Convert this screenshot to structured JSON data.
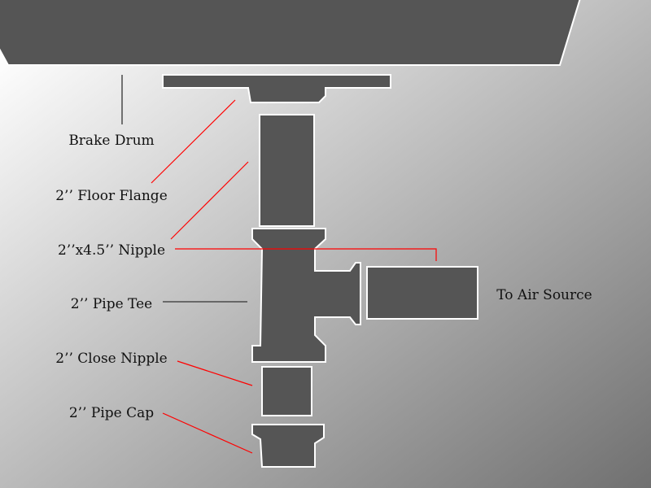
{
  "title": "Brake drum air tool assembly diagram",
  "labels": {
    "brake_drum": "Brake Drum",
    "floor_flange": "2’’ Floor Flange",
    "nipple": "2’’x4.5’’ Nipple",
    "pipe_tee": "2’’ Pipe Tee",
    "close_nipple": "2’’ Close Nipple",
    "pipe_cap": "2’’ Pipe Cap",
    "air_source": "To Air Source"
  },
  "colors": {
    "part": "#555555",
    "leader": "#ff0000",
    "outline": "#ffffff"
  }
}
